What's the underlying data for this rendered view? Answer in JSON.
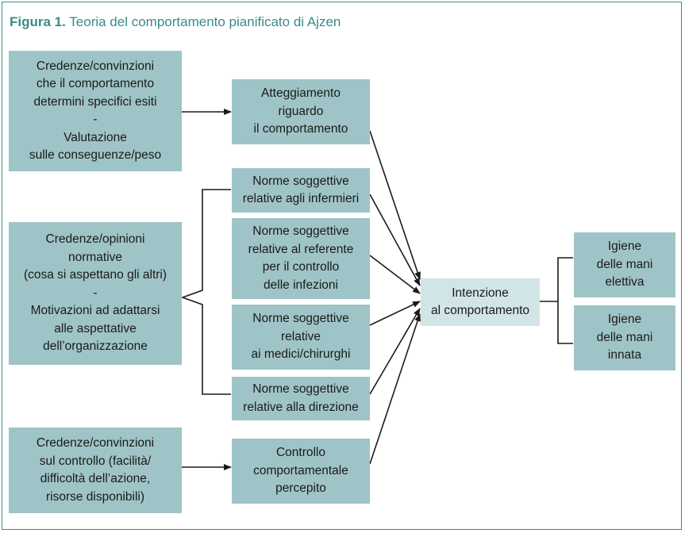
{
  "title": {
    "lead": "Figura 1.",
    "text": "Teoria del comportamento pianificato di Ajzen"
  },
  "nodes": {
    "beliefs_outcomes": "Credenze/convinzioni\nche il comportamento\ndetermini specifici esiti\n-\nValutazione\nsulle conseguenze/peso",
    "attitude": "Atteggiamento\nriguardo\nil comportamento",
    "normative_beliefs": "Credenze/opinioni\nnormative\n(cosa si aspettano gli altri)\n-\nMotivazioni ad adattarsi\nalle aspettative\ndell’organizzazione",
    "norm_nurses": "Norme soggettive\nrelative agli infermieri",
    "norm_referent": "Norme soggettive\nrelative al referente\nper il controllo\ndelle infezioni",
    "norm_doctors": "Norme soggettive\nrelative\nai medici/chirurghi",
    "norm_management": "Norme soggettive\nrelative alla direzione",
    "control_beliefs": "Credenze/convinzioni\nsul controllo (facilità/\ndifficoltà dell’azione,\nrisorse disponibili)",
    "perceived_control": "Controllo\ncomportamentale\npercepito",
    "intention": "Intenzione\nal comportamento",
    "elective_hygiene": "Igiene\ndelle mani\nelettiva",
    "innate_hygiene": "Igiene\ndelle mani\ninnata"
  },
  "colors": {
    "box": "#9fc4c7",
    "box_light": "#d2e5e6",
    "accent": "#3a8a86"
  }
}
